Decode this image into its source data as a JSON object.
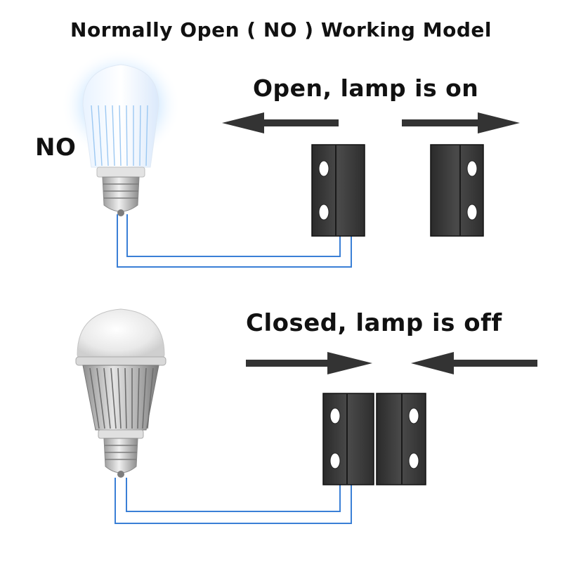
{
  "title": "Normally Open ( NO ) Working Model",
  "top_panel": {
    "caption": "Open, lamp is on",
    "side_label": "NO"
  },
  "bottom_panel": {
    "caption": "Closed, lamp is off"
  },
  "colors": {
    "wire": "#3a7fd6",
    "magnet": "#3a3a3a",
    "arrow": "#333333",
    "bulb_glow": "#b9dcff"
  }
}
